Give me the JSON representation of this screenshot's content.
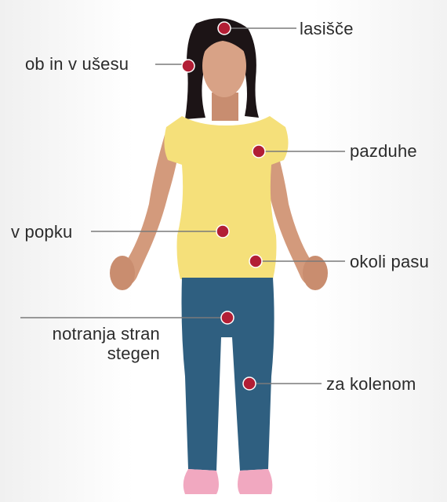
{
  "diagram": {
    "labels": {
      "scalp": "lasišče",
      "ear": "ob in v ušesu",
      "armpit": "pazduhe",
      "navel": "v popku",
      "waist": "okoli pasu",
      "inner_thigh": "notranja stran stegen",
      "knee": "za kolenom"
    },
    "colors": {
      "marker": "#b21e35",
      "leader_line": "#7a7a7a",
      "skin": "#d39a7c",
      "hair": "#1c1416",
      "shirt": "#f5e07a",
      "jeans": "#2f5f80",
      "shoes": "#f1a8c0"
    }
  }
}
